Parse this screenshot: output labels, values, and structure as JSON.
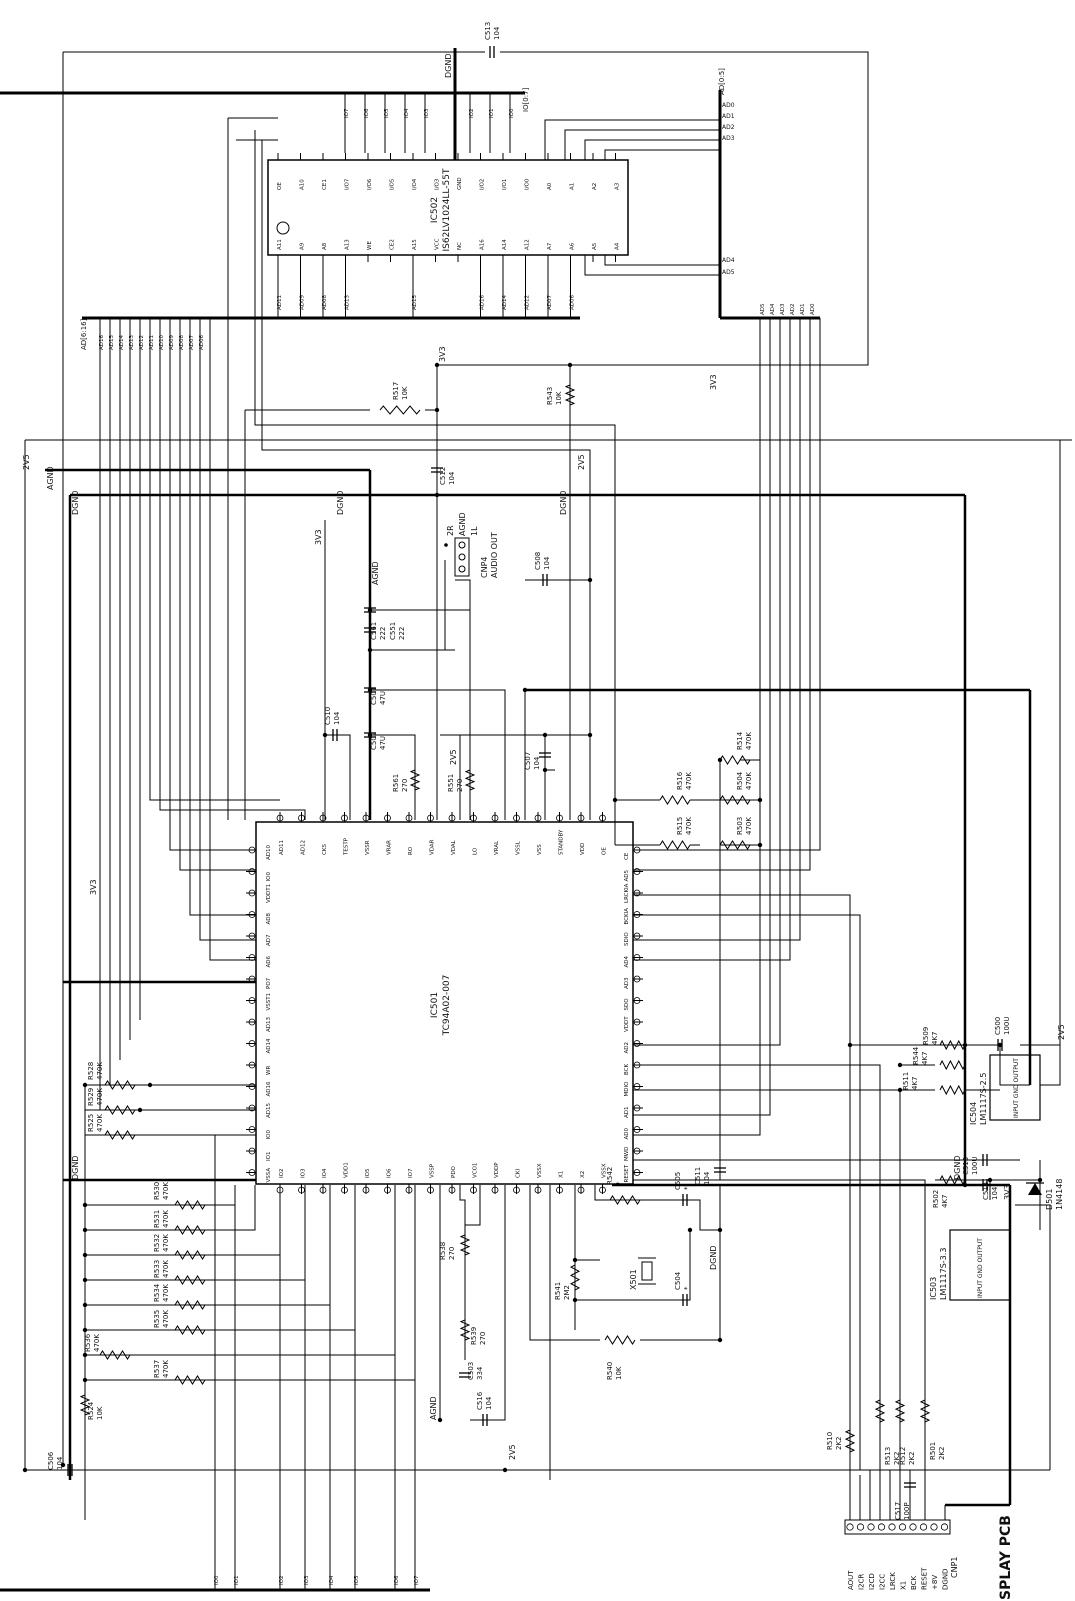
{
  "ic501": {
    "ref": "IC501",
    "part": "TC94A02-007"
  },
  "ic502": {
    "ref": "IC502",
    "part": "IS62LV1024LL-55T"
  },
  "ic503": {
    "ref": "IC503",
    "part": "LM1117S-3.3",
    "pins": "INPUT GND OUTPUT"
  },
  "ic504": {
    "ref": "IC504",
    "part": "LM1117S-2.5",
    "pins": "INPUT GND OUTPUT"
  },
  "buses": {
    "ad_low": "AD[0:5]",
    "ad_high": "AD[6:16]",
    "io": "IO[0:7]"
  },
  "nets": {
    "dgnd": "DGND",
    "agnd": "AGND",
    "v33": "3V3",
    "v25": "2V5"
  },
  "cnp4": {
    "ref": "CNP4",
    "title": "AUDIO OUT",
    "pins": [
      "2R",
      "AGND",
      "1L"
    ]
  },
  "cnp1": {
    "ref": "CNP1",
    "pins": [
      "AOUT",
      "I2CR",
      "I2CD",
      "I2CC",
      "LRCK",
      "X1",
      "BCK",
      "RESET",
      "+8V",
      "DGND"
    ]
  },
  "footer": {
    "text": "SPLAY PCB"
  },
  "crystal": {
    "ref": "X501"
  },
  "diode": {
    "ref": "D501",
    "value": "1N4148"
  },
  "ram_left_pins": [
    "A11",
    "A9",
    "A8",
    "A13",
    "WE",
    "CE2",
    "A15",
    "VCC",
    "NC",
    "A16",
    "A14",
    "A12",
    "A7",
    "A6",
    "A5",
    "A4"
  ],
  "ram_right_pins": [
    "OE",
    "A10",
    "CE1",
    "I/O7",
    "I/O6",
    "I/O5",
    "I/O4",
    "I/O3",
    "GND",
    "I/O2",
    "I/O1",
    "I/O0",
    "A0",
    "A1",
    "A2",
    "A3"
  ],
  "ram_left_nets": [
    "AD11",
    "AD09",
    "AD08",
    "AD13",
    "",
    "",
    "AD15",
    "",
    "",
    "AD16",
    "AD14",
    "AD12",
    "AD07",
    "AD06",
    "",
    ""
  ],
  "ram_io_labels": [
    "IO7",
    "IO6",
    "IO5",
    "IO4",
    "IO3",
    "IO2",
    "IO1",
    "IO0"
  ],
  "ad_low_taps": [
    "AD0",
    "AD1",
    "AD2",
    "AD3"
  ],
  "ad_low_taps2": [
    "AD4",
    "AD5"
  ],
  "ad_fanout": [
    "AD5",
    "AD4",
    "AD3",
    "AD2",
    "AD1",
    "AD0"
  ],
  "ad_high_taps": [
    "AD16",
    "AD15",
    "AD14",
    "AD13",
    "AD12",
    "AD11",
    "AD10",
    "AD09",
    "AD08",
    "AD07",
    "AD06"
  ],
  "io_bottom": [
    "IO0",
    "IO1",
    "IO2",
    "IO3",
    "IO4",
    "IO5",
    "IO6",
    "IO7"
  ],
  "dsp_top_pins": [
    "AD11",
    "AD12",
    "CKS",
    "TESTP",
    "VSSR",
    "VRAR",
    "RO",
    "VDAR",
    "VDAL",
    "LO",
    "VRAL",
    "VSSL",
    "VSS",
    "STANDBY",
    "VDD",
    "OE"
  ],
  "dsp_left_pins": [
    "AD10",
    "IO0",
    "VDDT1",
    "AD8",
    "AD7",
    "AD6",
    "PO7",
    "VSST1",
    "AD13",
    "AD14",
    "WR",
    "AD16",
    "AD15",
    "IO0",
    "IO1",
    "VSSA"
  ],
  "dsp_right_pins": [
    "CE",
    "AD5",
    "LRCKIA",
    "BCKIA",
    "SDIO",
    "AD4",
    "AD3",
    "SDO",
    "VDDT",
    "AD2",
    "BCK",
    "MDIO",
    "AD1",
    "AD0",
    "MWD",
    "RESET"
  ],
  "dsp_bottom_pins": [
    "IO2",
    "IO3",
    "IO4",
    "VDD1",
    "IO5",
    "IO6",
    "IO7",
    "VSSP",
    "PDO",
    "VCO1",
    "VDDP",
    "CKI",
    "VSSX",
    "X1",
    "X2",
    "VSSX"
  ],
  "resistors": {
    "R501": "2K2",
    "R502": "4K7",
    "R503": "470K",
    "R504": "470K",
    "R509": "4K7",
    "R510": "2K2",
    "R511": "4K7",
    "R512": "2K2",
    "R513": "2K2",
    "R514": "470K",
    "R515": "470K",
    "R516": "470K",
    "R517": "10K",
    "R524": "10K",
    "R525": "470K",
    "R528": "470K",
    "R529": "470K",
    "R530": "470K",
    "R531": "470K",
    "R532": "470K",
    "R533": "470K",
    "R534": "470K",
    "R535": "470K",
    "R536": "470K",
    "R537": "470K",
    "R538": "270",
    "R539": "270",
    "R540": "10K",
    "R541": "2M2",
    "R542": "*",
    "R543": "10K",
    "R544": "4K7",
    "R551": "270",
    "R561": "270"
  },
  "capacitors": {
    "C500": "100U",
    "C501": "47U",
    "C502": "47U",
    "C503": "334",
    "C504": "*",
    "C505": "*",
    "C506": "104",
    "C507": "104",
    "C508": "104",
    "C510": "104",
    "C511": "104",
    "C512": "104",
    "C513": "104",
    "C514": "104",
    "C515": "100U",
    "C516": "104",
    "C517": "100P",
    "C551": "222",
    "C561": "222"
  }
}
